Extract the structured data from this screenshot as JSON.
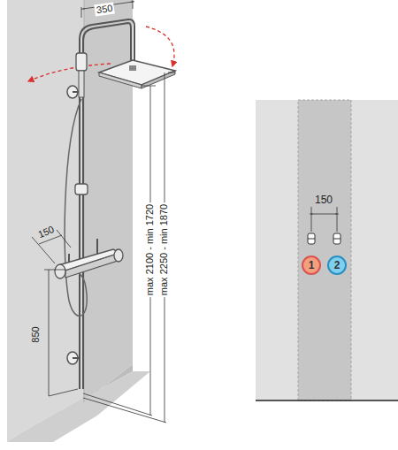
{
  "diagram": {
    "nodes": [
      {
        "text": [
          "1"
        ]
      },
      {
        "text": [
          "2"
        ]
      }
    ],
    "labels": [
      "350",
      "150",
      "850",
      "max 2100 - min 1720",
      "max 2250 - min 1870",
      "150"
    ]
  }
}
